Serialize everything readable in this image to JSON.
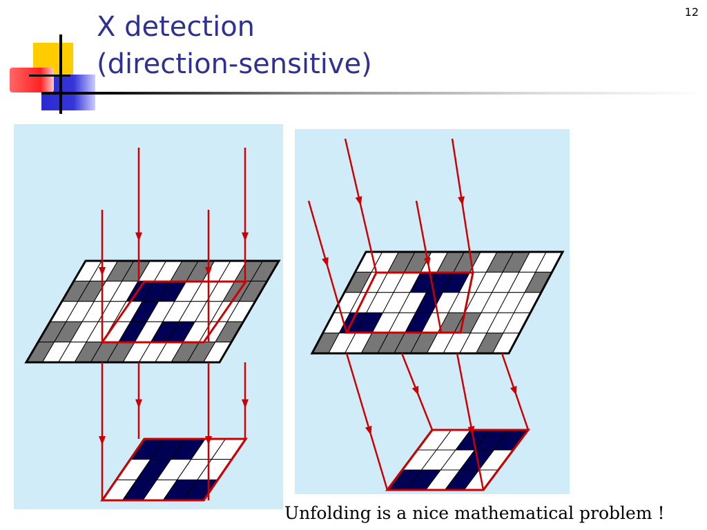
{
  "slide": {
    "number": "12",
    "title_line1": "X detection",
    "title_line2": "(direction-sensitive)",
    "caption": "Unfolding is a nice mathematical problem !"
  },
  "colors": {
    "title": "#2e3192",
    "panel_bg": "#d1ecf9",
    "arrow": "#cc0000",
    "cell_dark": "#000055",
    "cell_gray": "#777777",
    "cell_light": "#ffffff",
    "grid_line": "#000000"
  },
  "diagrams": {
    "left": {
      "upper_grid": {
        "rows": 5,
        "cols": 12,
        "cells": [
          [
            0,
            0,
            1,
            1,
            0,
            0,
            1,
            1,
            0,
            0,
            1,
            1
          ],
          [
            1,
            1,
            0,
            0,
            2,
            2,
            2,
            0,
            0,
            0,
            1,
            1
          ],
          [
            0,
            0,
            0,
            0,
            0,
            2,
            0,
            0,
            0,
            0,
            0,
            0
          ],
          [
            1,
            1,
            0,
            0,
            0,
            2,
            0,
            2,
            2,
            0,
            0,
            1
          ],
          [
            1,
            0,
            0,
            1,
            1,
            1,
            0,
            0,
            0,
            1,
            1,
            0
          ]
        ]
      },
      "lower_grid": {
        "rows": 3,
        "cols": 5,
        "cells": [
          [
            2,
            2,
            2,
            0,
            0
          ],
          [
            0,
            2,
            0,
            0,
            0
          ],
          [
            0,
            2,
            0,
            2,
            2
          ]
        ]
      }
    },
    "right": {
      "upper_grid": {
        "rows": 5,
        "cols": 12,
        "cells": [
          [
            0,
            0,
            1,
            1,
            0,
            1,
            1,
            0,
            1,
            1,
            0,
            0
          ],
          [
            1,
            0,
            0,
            0,
            2,
            2,
            2,
            0,
            0,
            0,
            0,
            1
          ],
          [
            0,
            0,
            0,
            0,
            0,
            2,
            0,
            0,
            0,
            0,
            0,
            0
          ],
          [
            0,
            2,
            2,
            0,
            0,
            2,
            0,
            1,
            1,
            0,
            0,
            0
          ],
          [
            1,
            0,
            0,
            1,
            1,
            1,
            1,
            0,
            0,
            0,
            1,
            0
          ]
        ]
      },
      "lower_grid": {
        "rows": 3,
        "cols": 5,
        "cells": [
          [
            0,
            0,
            2,
            2,
            2
          ],
          [
            0,
            0,
            0,
            2,
            0
          ],
          [
            2,
            2,
            0,
            2,
            0
          ]
        ]
      }
    }
  }
}
